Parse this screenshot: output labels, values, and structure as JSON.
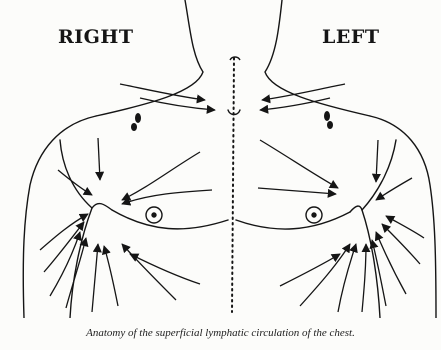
{
  "figure": {
    "labels": {
      "right": "RIGHT",
      "left": "LEFT"
    },
    "caption": "Anatomy of the superficial lymphatic circulation of the chest."
  },
  "colors": {
    "ink": "#151515",
    "background": "#fcfcfa"
  }
}
